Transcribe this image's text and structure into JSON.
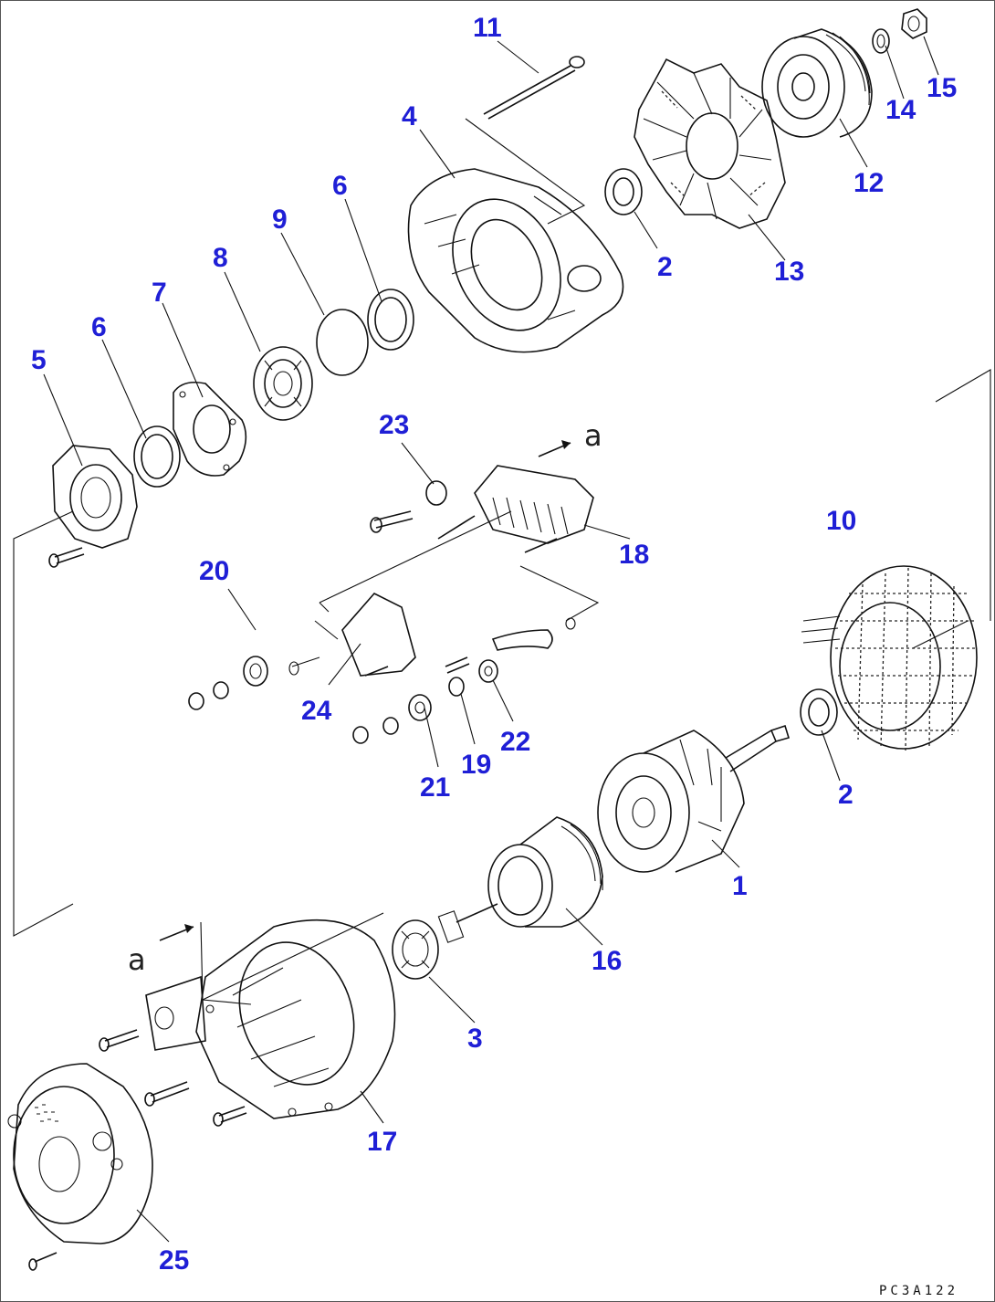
{
  "diagram": {
    "drawing_code": "PC3A122",
    "section_marker": "a",
    "parts": [
      {
        "id": "p1",
        "label": "1"
      },
      {
        "id": "p2a",
        "label": "2"
      },
      {
        "id": "p2b",
        "label": "2"
      },
      {
        "id": "p3",
        "label": "3"
      },
      {
        "id": "p4",
        "label": "4"
      },
      {
        "id": "p5",
        "label": "5"
      },
      {
        "id": "p6a",
        "label": "6"
      },
      {
        "id": "p6b",
        "label": "6"
      },
      {
        "id": "p7",
        "label": "7"
      },
      {
        "id": "p8",
        "label": "8"
      },
      {
        "id": "p9",
        "label": "9"
      },
      {
        "id": "p10",
        "label": "10"
      },
      {
        "id": "p11",
        "label": "11"
      },
      {
        "id": "p12",
        "label": "12"
      },
      {
        "id": "p13",
        "label": "13"
      },
      {
        "id": "p14",
        "label": "14"
      },
      {
        "id": "p15",
        "label": "15"
      },
      {
        "id": "p16",
        "label": "16"
      },
      {
        "id": "p17",
        "label": "17"
      },
      {
        "id": "p18",
        "label": "18"
      },
      {
        "id": "p19",
        "label": "19"
      },
      {
        "id": "p20",
        "label": "20"
      },
      {
        "id": "p21",
        "label": "21"
      },
      {
        "id": "p22",
        "label": "22"
      },
      {
        "id": "p23",
        "label": "23"
      },
      {
        "id": "p24",
        "label": "24"
      },
      {
        "id": "p25",
        "label": "25"
      }
    ]
  },
  "colors": {
    "label": "#1f1fd6",
    "line": "#111111",
    "background": "#ffffff"
  }
}
